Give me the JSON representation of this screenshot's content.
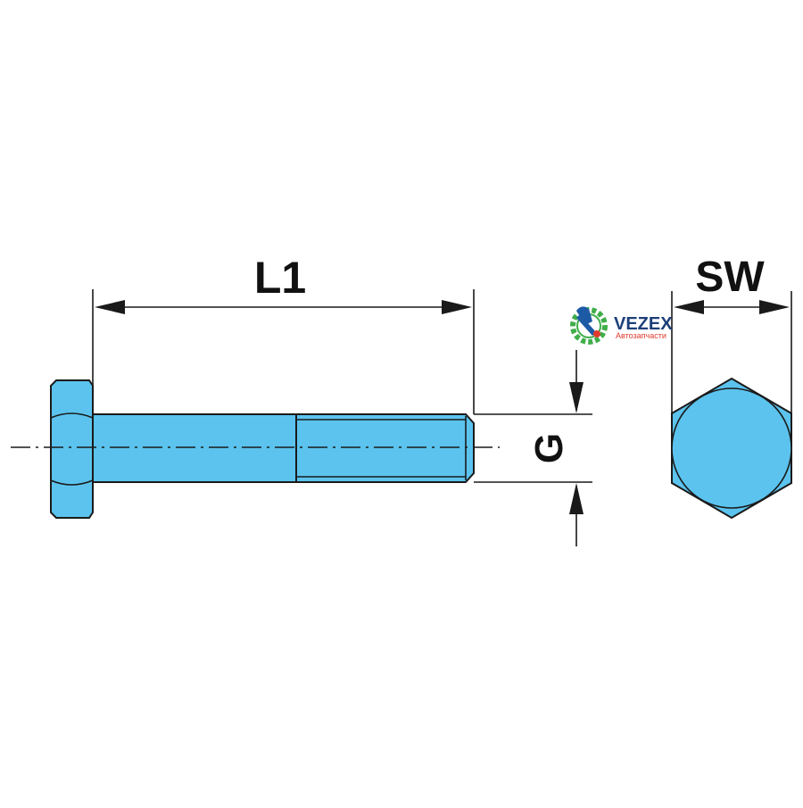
{
  "labels": {
    "length": "L1",
    "thread": "G",
    "wrench_size": "SW"
  },
  "logo": {
    "name": "VEZEX",
    "tagline": "Автозапчасти"
  },
  "colors": {
    "part_fill": "#5bc3ee",
    "outline": "#1a1a1a",
    "logo_blue": "#1d5aa6",
    "logo_red": "#e23b2e",
    "logo_green": "#3fae49"
  },
  "icons": [
    "hex-bolt-side-view",
    "hex-head-end-view",
    "vezex-logo-icon"
  ]
}
